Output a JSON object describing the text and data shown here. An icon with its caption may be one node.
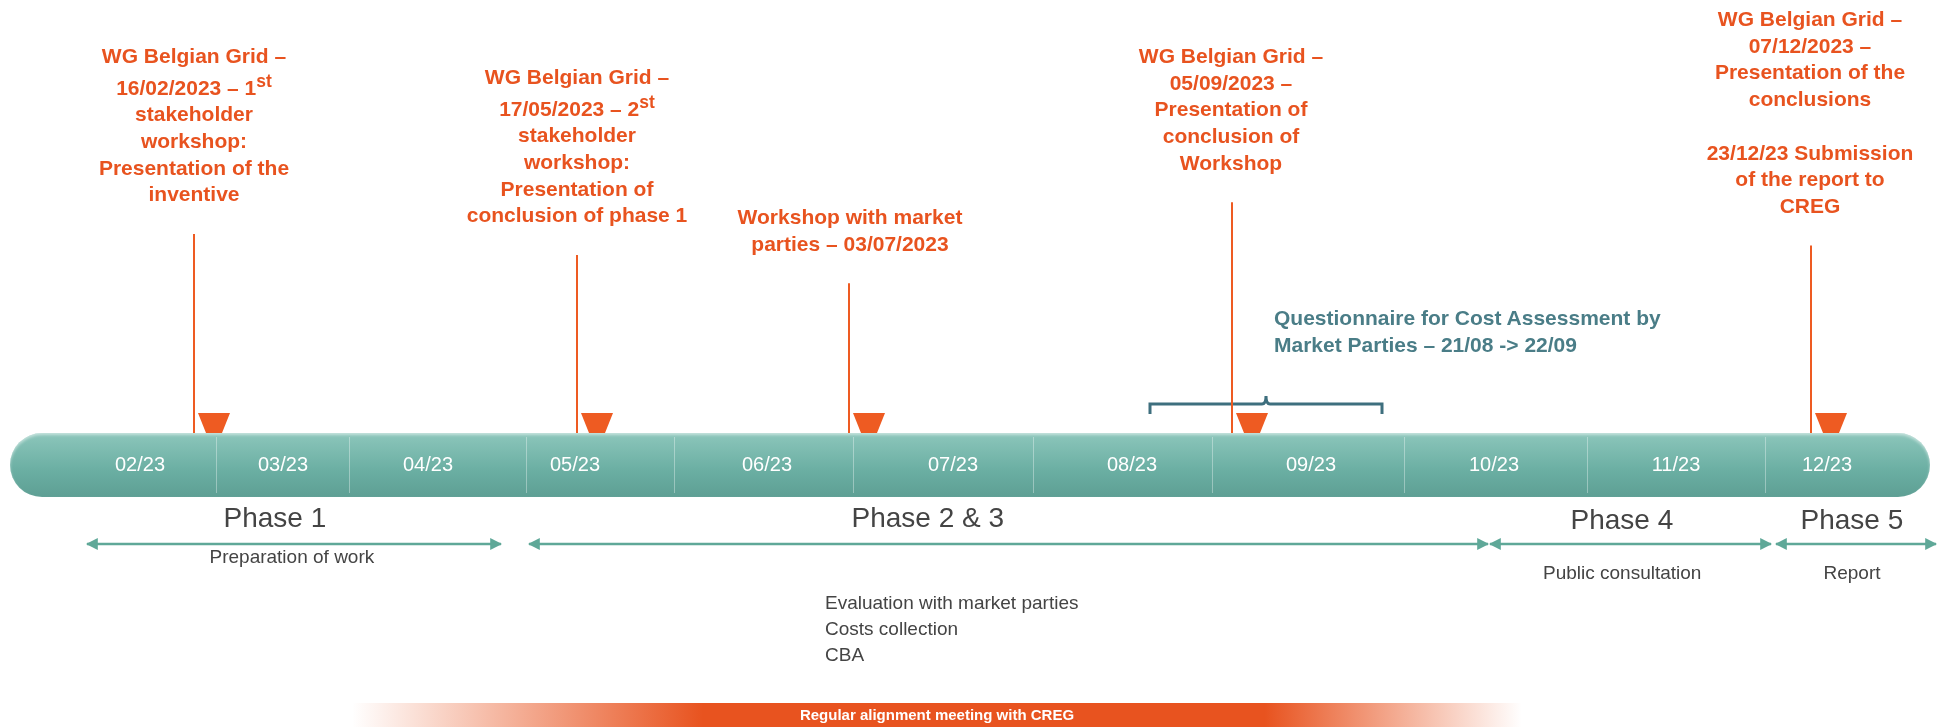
{
  "diagram": {
    "nodes": [
      {
        "text": [
          "WG Belgian Grid – 16/02/2023 – 1$^{st}$ stakeholder workshop: Presentation of the inventive"
        ]
      },
      {
        "text": [
          "WG Belgian Grid – 17/05/2023 – 2$^{st}$ stakeholder workshop: Presentation of conclusion of phase 1"
        ]
      },
      {
        "text": [
          "Workshop with market parties – 03/07/2023"
        ]
      },
      {
        "text": [
          "WG Belgian Grid – 05/09/2023 – Presentation of conclusion of Workshop"
        ]
      },
      {
        "text": [
          "WG Belgian Grid – 07/12/2023 – Presentation of the conclusions",
          "23/12/23 Submission of the report to CREG"
        ]
      },
      {
        "text": [
          "02/23",
          "03/23",
          "04/23",
          "05/23",
          "06/23",
          "07/23",
          "08/23",
          "09/23",
          "10/23",
          "11/23",
          "12/23"
        ]
      },
      {
        "text": [
          "Regular alignment meeting with CREG"
        ]
      }
    ],
    "edges": [
      {
        "from": 0,
        "to": 5,
        "arrow": "to"
      },
      {
        "from": 1,
        "to": 5,
        "arrow": "to"
      },
      {
        "from": 2,
        "to": 5,
        "arrow": "to"
      },
      {
        "from": 3,
        "to": 5,
        "arrow": "to"
      },
      {
        "from": 4,
        "to": 5,
        "arrow": "to"
      }
    ],
    "labels": [
      "Questionnaire for Cost Assessment by Market Parties – 21/08 -> 22/09",
      "Phase 1",
      "Preparation of work",
      "Phase 2 & 3",
      "Evaluation with market parties",
      "Costs collection",
      "CBA",
      "Phase 4",
      "Public consultation",
      "Phase 5",
      "Report"
    ]
  }
}
